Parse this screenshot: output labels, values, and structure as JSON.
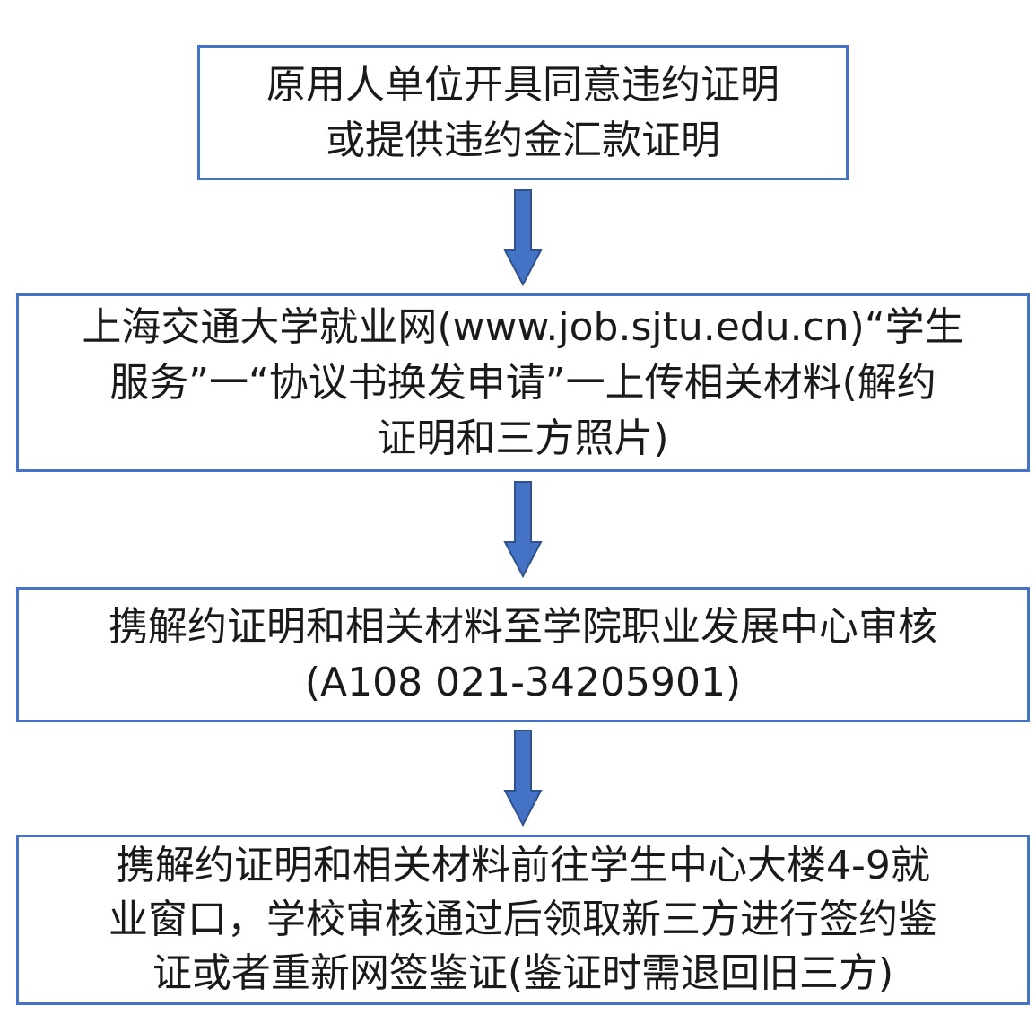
{
  "flowchart": {
    "steps": [
      {
        "lines": [
          "原用人单位开具同意违约证明",
          "或提供违约金汇款证明"
        ]
      },
      {
        "lines": [
          "上海交通大学就业网(www.job.sjtu.edu.cn)“学生",
          "服务”一“协议书换发申请”一上传相关材料(解约",
          "证明和三方照片)"
        ]
      },
      {
        "lines": [
          "携解约证明和相关材料至学院职业发展中心审核",
          "(A108 021-34205901)"
        ]
      },
      {
        "lines": [
          "携解约证明和相关材料前往学生中心大楼4-9就",
          "业窗口，学校审核通过后领取新三方进行签约鉴",
          "证或者重新网签鉴证(鉴证时需退回旧三方)"
        ]
      }
    ],
    "colors": {
      "box_border": "#4472c4",
      "arrow_fill": "#4472c4",
      "arrow_stroke": "#2f528f",
      "text": "#1a1a1a"
    }
  }
}
